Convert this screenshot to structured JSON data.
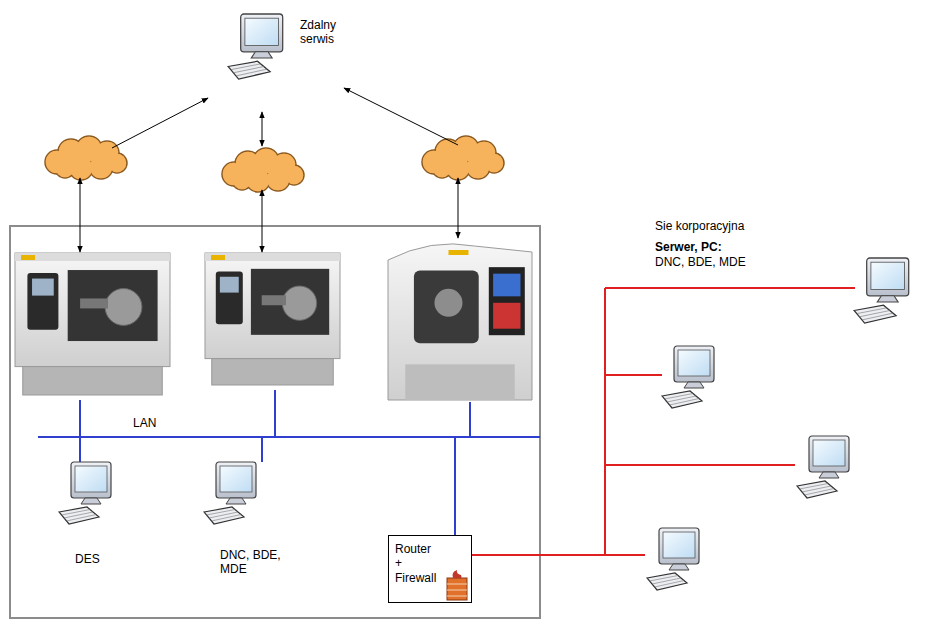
{
  "diagram": {
    "nodes": [
      {
        "text": [
          "Zdalny serwis"
        ]
      },
      {
        "text": [
          "DES"
        ]
      },
      {
        "text": [
          "DNC, BDE, MDE"
        ]
      },
      {
        "text": [
          "Router + Firewall"
        ]
      }
    ],
    "labels": [
      "LAN",
      "Sie korporacyjna",
      "Serwer, PC:",
      "DNC, BDE, MDE"
    ]
  }
}
